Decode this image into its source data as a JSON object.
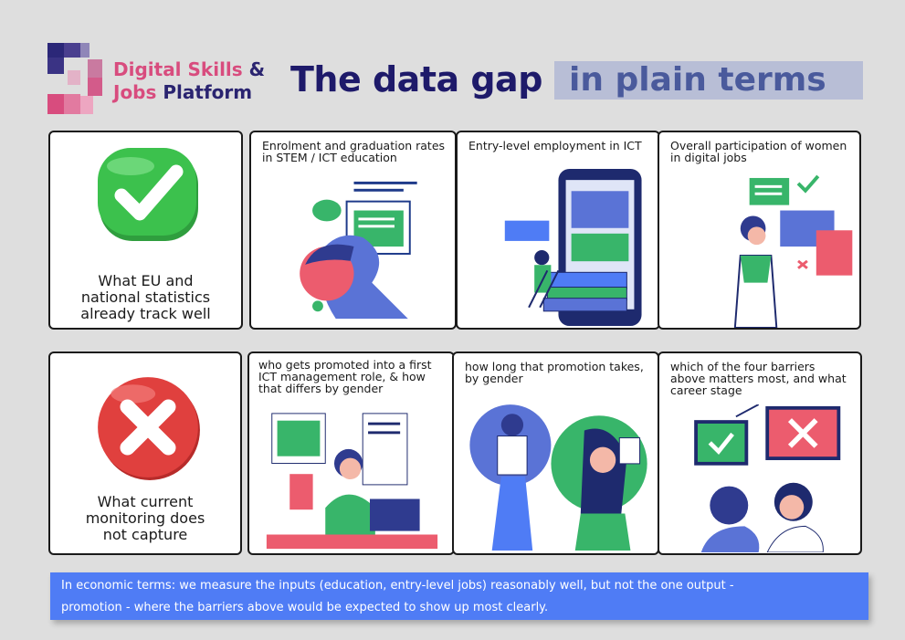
{
  "logo": {
    "line1a": "Digital Skills",
    "line1b": "&",
    "line2a": "Jobs",
    "line2b": "Platform"
  },
  "title": {
    "main": "The data gap",
    "highlight": "in plain terms"
  },
  "row1": {
    "label": [
      "What EU and",
      "national statistics",
      "already track well"
    ],
    "cards": [
      {
        "text": "Enrolment and graduation rates in STEM / ICT education"
      },
      {
        "text": "Entry-level employment in ICT"
      },
      {
        "text": "Overall participation of women in digital jobs"
      }
    ]
  },
  "row2": {
    "label": [
      "What current",
      "monitoring does",
      "not capture"
    ],
    "cards": [
      {
        "text": "who gets promoted into a first ICT management role, & how that differs by gender"
      },
      {
        "text": "how long that promotion takes, by gender"
      },
      {
        "text": "which of the four barriers above matters most, and what career stage"
      }
    ]
  },
  "footer": {
    "line1": "In economic terms: we measure the inputs (education, entry-level jobs) reasonably well, but not the one output -",
    "line2": "promotion - where the barriers above would be expected to show up most clearly."
  },
  "colors": {
    "green": "#35b24a",
    "red": "#e0403e",
    "navy": "#1e1a6a",
    "pink": "#d84c7e",
    "footer": "#4f7cf5"
  },
  "icons": [
    "logo-d-icon",
    "checkmark-icon",
    "cross-icon"
  ]
}
